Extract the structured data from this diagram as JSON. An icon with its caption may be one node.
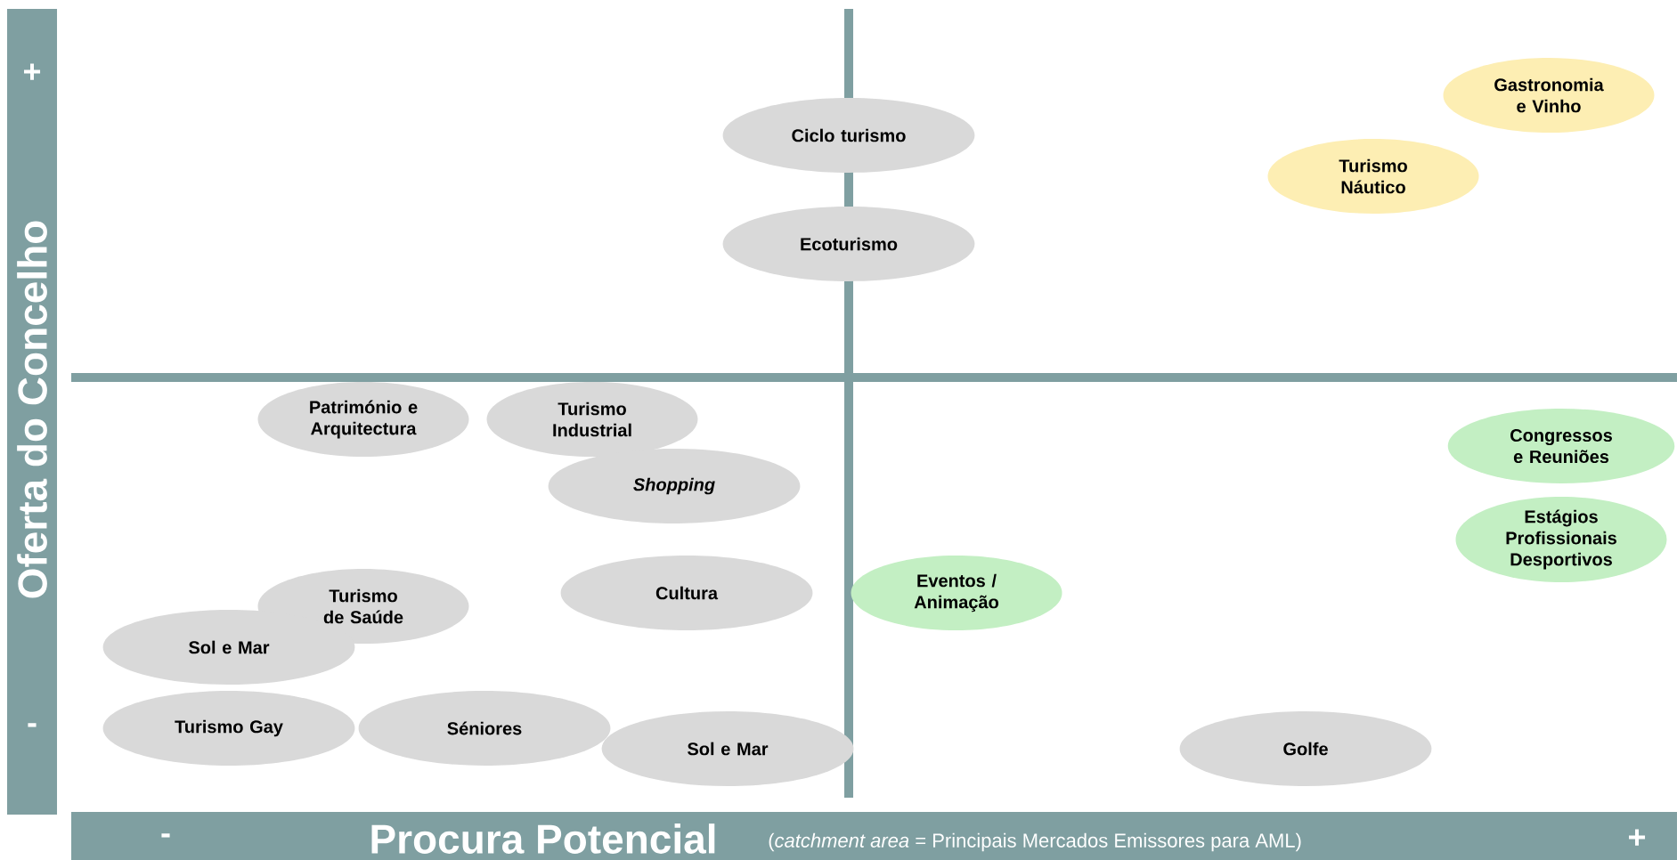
{
  "diagram": {
    "nodes": [
      {
        "text": [
          "Ciclo turismo"
        ]
      },
      {
        "text": [
          "Ecoturismo"
        ]
      },
      {
        "text": [
          "Gastronomia e Vinho"
        ]
      },
      {
        "text": [
          "Turismo Náutico"
        ]
      },
      {
        "text": [
          "Património e Arquitectura"
        ]
      },
      {
        "text": [
          "Turismo Industrial"
        ]
      },
      {
        "text": [
          "Shopping"
        ]
      },
      {
        "text": [
          "Congressos e Reuniões"
        ]
      },
      {
        "text": [
          "Estágios Profissionais Desportivos"
        ]
      },
      {
        "text": [
          "Turismo de Saúde"
        ]
      },
      {
        "text": [
          "Cultura"
        ]
      },
      {
        "text": [
          "Eventos / Animação"
        ]
      },
      {
        "text": [
          "Sol e Mar"
        ]
      },
      {
        "text": [
          "Turismo Gay"
        ]
      },
      {
        "text": [
          "Séniores"
        ]
      },
      {
        "text": [
          "Sol e Mar"
        ]
      },
      {
        "text": [
          "Golfe"
        ]
      }
    ],
    "labels": [
      "+",
      "Oferta do Concelho",
      "-",
      "-",
      "Procura Potencial",
      "(*catchment area* = Principais Mercados Emissores para AML)",
      "+"
    ]
  }
}
